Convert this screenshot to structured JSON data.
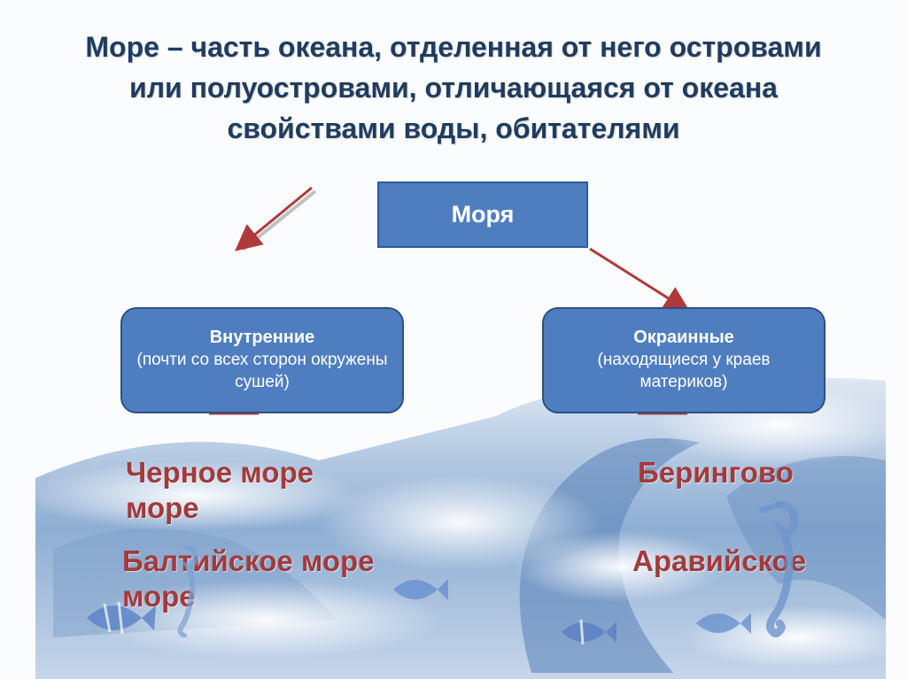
{
  "definition": {
    "text": "Море – часть океана, отделенная от него островами или полуостровами, отличающаяся от океана свойствами воды, обитателями"
  },
  "main_box": {
    "label": "Моря"
  },
  "categories": [
    {
      "title": "Внутренние",
      "description": "(почти со всех сторон окружены сушей)"
    },
    {
      "title": "Окраинные",
      "description": "(находящиеся у краев материков)"
    }
  ],
  "examples": {
    "inner": [
      "Черное море море",
      "Балтийское море море"
    ],
    "outer": [
      "Берингово",
      "Аравийское"
    ]
  },
  "colors": {
    "title_text": "#1f3c5e",
    "box_fill": "#4f7ec0",
    "box_border": "#2b4f85",
    "example_text": "#a33a3a",
    "arrow": "#b03a3a"
  },
  "decorations": [
    "sea-wave-background",
    "fish-icon",
    "seahorse-icon"
  ]
}
